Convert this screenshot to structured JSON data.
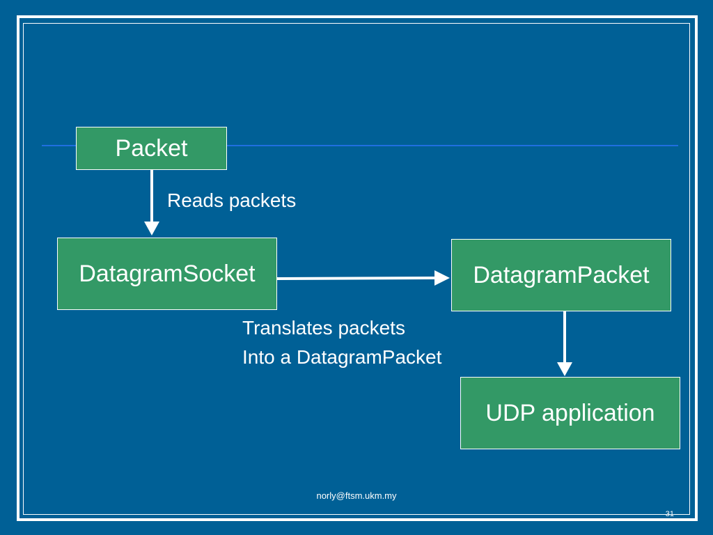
{
  "diagram": {
    "nodes": {
      "packet": "Packet",
      "datagram_socket": "DatagramSocket",
      "datagram_packet": "DatagramPacket",
      "udp_application": "UDP application"
    },
    "edge_labels": {
      "reads": "Reads packets",
      "translates_line1": "Translates packets",
      "translates_line2": "Into a DatagramPacket"
    }
  },
  "footer": {
    "email": "norly@ftsm.ukm.my",
    "slide_number": "31"
  },
  "colors": {
    "background": "#006096",
    "box_fill": "#339966",
    "rule": "#1f6fe0",
    "text": "#ffffff"
  }
}
